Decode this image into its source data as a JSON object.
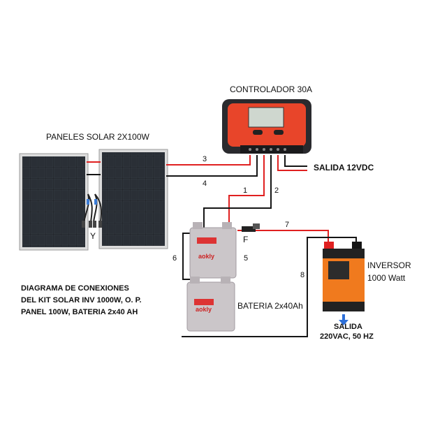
{
  "labels": {
    "controller": "CONTROLADOR 30A",
    "panels": "PANELES SOLAR 2X100W",
    "dc_output": "SALIDA  12VDC",
    "inverter_line1": "INVERSOR",
    "inverter_line2": "1000 Watt",
    "battery": "BATERIA 2x40Ah",
    "ac_output_line1": "SALIDA",
    "ac_output_line2": "220VAC, 50 HZ",
    "y_connector": "Y",
    "fuse": "F",
    "battery_brand": "aokly"
  },
  "description": [
    "DIAGRAMA DE CONEXIONES",
    "DEL KIT SOLAR INV 1000W, O. P.",
    "PANEL 100W, BATERIA 2x40 AH"
  ],
  "wire_numbers": [
    "1",
    "2",
    "3",
    "4",
    "5",
    "6",
    "7",
    "8"
  ],
  "colors": {
    "positive_wire": "#e02020",
    "negative_wire": "#151515",
    "controller_body": "#e8452a",
    "inverter_body": "#f07a1e",
    "battery_case": "#cbc6c9",
    "panel_cell": "#1e2228",
    "arrow": "#2d6fd8"
  }
}
